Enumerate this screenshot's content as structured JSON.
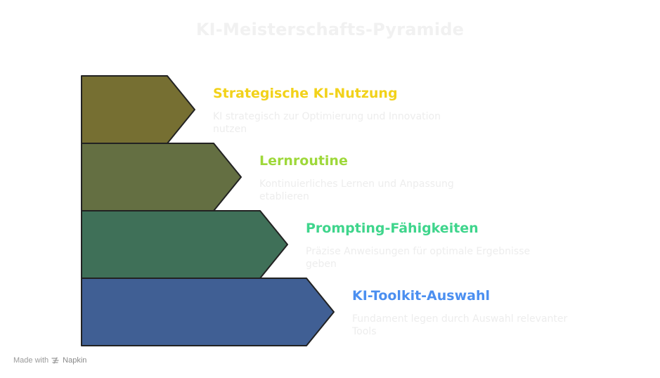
{
  "title": "KI-Meisterschafts-Pyramide",
  "steps": [
    {
      "label": "Strategische KI-Nutzung",
      "description": "KI strategisch zur Optimierung und Innovation nutzen",
      "fill": "#766f32",
      "label_color": "#f2d21a"
    },
    {
      "label": "Lernroutine",
      "description": "Kontinuierliches Lernen und Anpassung etablieren",
      "fill": "#646f42",
      "label_color": "#9ed83a"
    },
    {
      "label": "Prompting-Fähigkeiten",
      "description": "Präzise Anweisungen für optimale Ergebnisse geben",
      "fill": "#3f7058",
      "label_color": "#3fd58c"
    },
    {
      "label": "KI-Toolkit-Auswahl",
      "description": "Fundament legen durch Auswahl relevanter Tools",
      "fill": "#405f94",
      "label_color": "#4b8ff0"
    }
  ],
  "footer": {
    "made_with": "Made with",
    "brand": "Napkin",
    "brand_icon": "napkin-logo-icon"
  }
}
